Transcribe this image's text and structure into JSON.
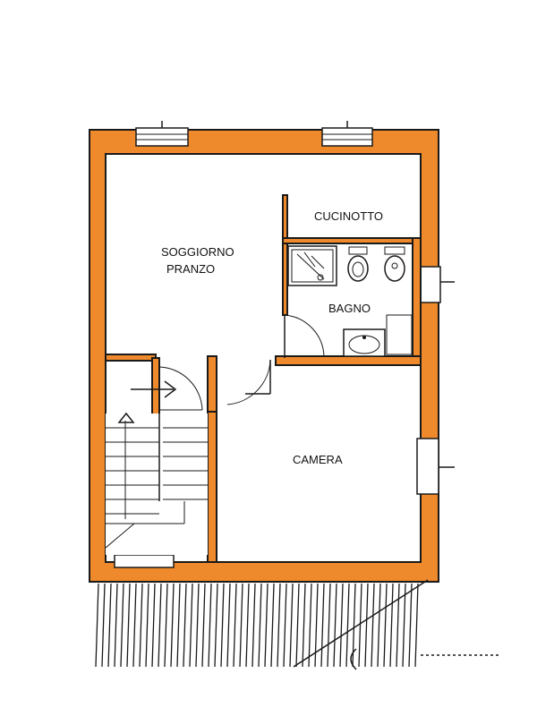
{
  "rooms": {
    "living": {
      "line1": "SOGGIORNO",
      "line2": "PRANZO"
    },
    "kitchenette": "CUCINOTTO",
    "bathroom": "BAGNO",
    "bedroom": "CAMERA"
  },
  "colors": {
    "wall": "#ee8a2c",
    "outline": "#1a1a1a",
    "background": "#ffffff"
  }
}
